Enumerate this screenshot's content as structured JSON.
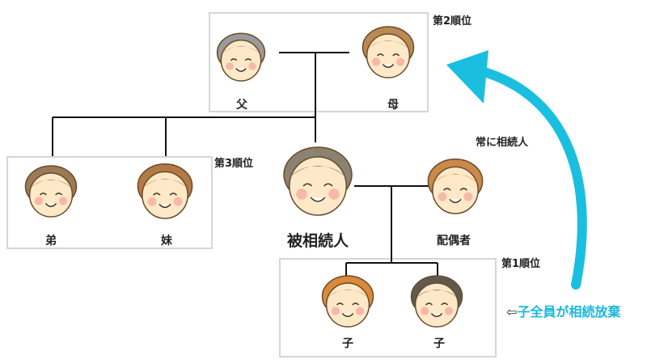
{
  "labels": {
    "father": "父",
    "mother": "母",
    "brother": "弟",
    "sister": "妹",
    "deceased": "被相続人",
    "spouse": "配偶者",
    "child1": "子",
    "child2": "子"
  },
  "ranks": {
    "second": "第2順位",
    "third": "第3順位",
    "always": "常に相続人",
    "first": "第1順位"
  },
  "note": {
    "arrow_icon": "⇦",
    "text": "子全員が相続放棄"
  },
  "colors": {
    "accent": "#1abfe0",
    "box_border": "#d6d6d6",
    "line": "#111111"
  }
}
